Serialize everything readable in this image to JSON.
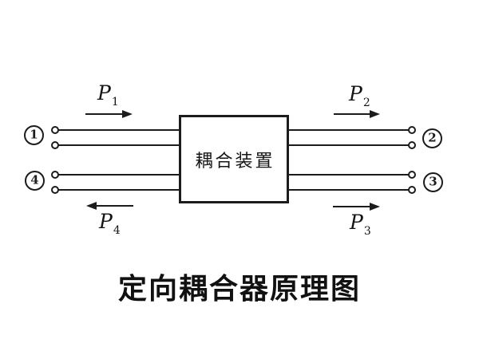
{
  "colors": {
    "ink": "#1c1c1c",
    "background": "#ffffff"
  },
  "diagram": {
    "caption": "定向耦合器原理图",
    "coupler_label": "耦合装置",
    "ports": [
      {
        "number": "1",
        "side": "left",
        "row": "top"
      },
      {
        "number": "2",
        "side": "right",
        "row": "top"
      },
      {
        "number": "3",
        "side": "right",
        "row": "bottom"
      },
      {
        "number": "4",
        "side": "left",
        "row": "bottom"
      }
    ],
    "powers": [
      {
        "base": "P",
        "sub": "1",
        "direction": "right"
      },
      {
        "base": "P",
        "sub": "2",
        "direction": "right"
      },
      {
        "base": "P",
        "sub": "3",
        "direction": "right"
      },
      {
        "base": "P",
        "sub": "4",
        "direction": "left"
      }
    ]
  }
}
